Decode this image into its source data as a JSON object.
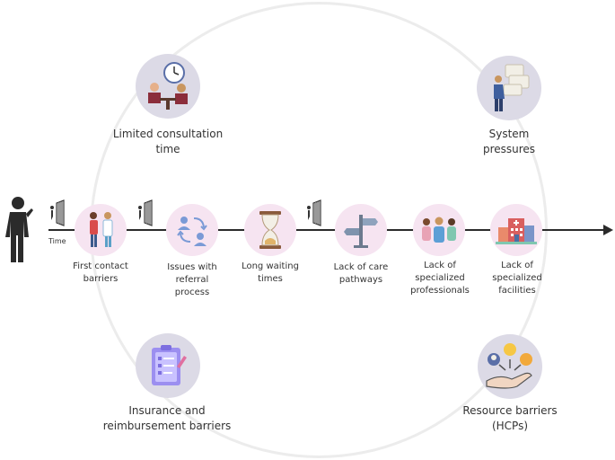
{
  "time_label": "Time",
  "timeline_steps": [
    {
      "label": "First contact barriers",
      "icon": "doctors-icon"
    },
    {
      "label": "Issues with referral process",
      "icon": "referral-icon"
    },
    {
      "label": "Long waiting times",
      "icon": "hourglass-icon"
    },
    {
      "label": "Lack of care pathways",
      "icon": "signpost-icon"
    },
    {
      "label": "Lack of specialized professionals",
      "icon": "medical-team-icon"
    },
    {
      "label": "Lack of specialized facilities",
      "icon": "hospital-icon"
    }
  ],
  "groups": [
    {
      "label": "Limited consultation time",
      "icon": "consultation-clock-icon"
    },
    {
      "label": "System pressures",
      "icon": "burdened-person-icon"
    },
    {
      "label": "Insurance and reimbursement barriers",
      "icon": "clipboard-icon"
    },
    {
      "label": "Resource barriers (HCPs)",
      "icon": "resources-hand-icon"
    }
  ],
  "colors": {
    "step_circle": "#f6e4f1",
    "group_circle": "#dcdae6",
    "line": "#2b2b2b",
    "ring": "#ececec"
  }
}
